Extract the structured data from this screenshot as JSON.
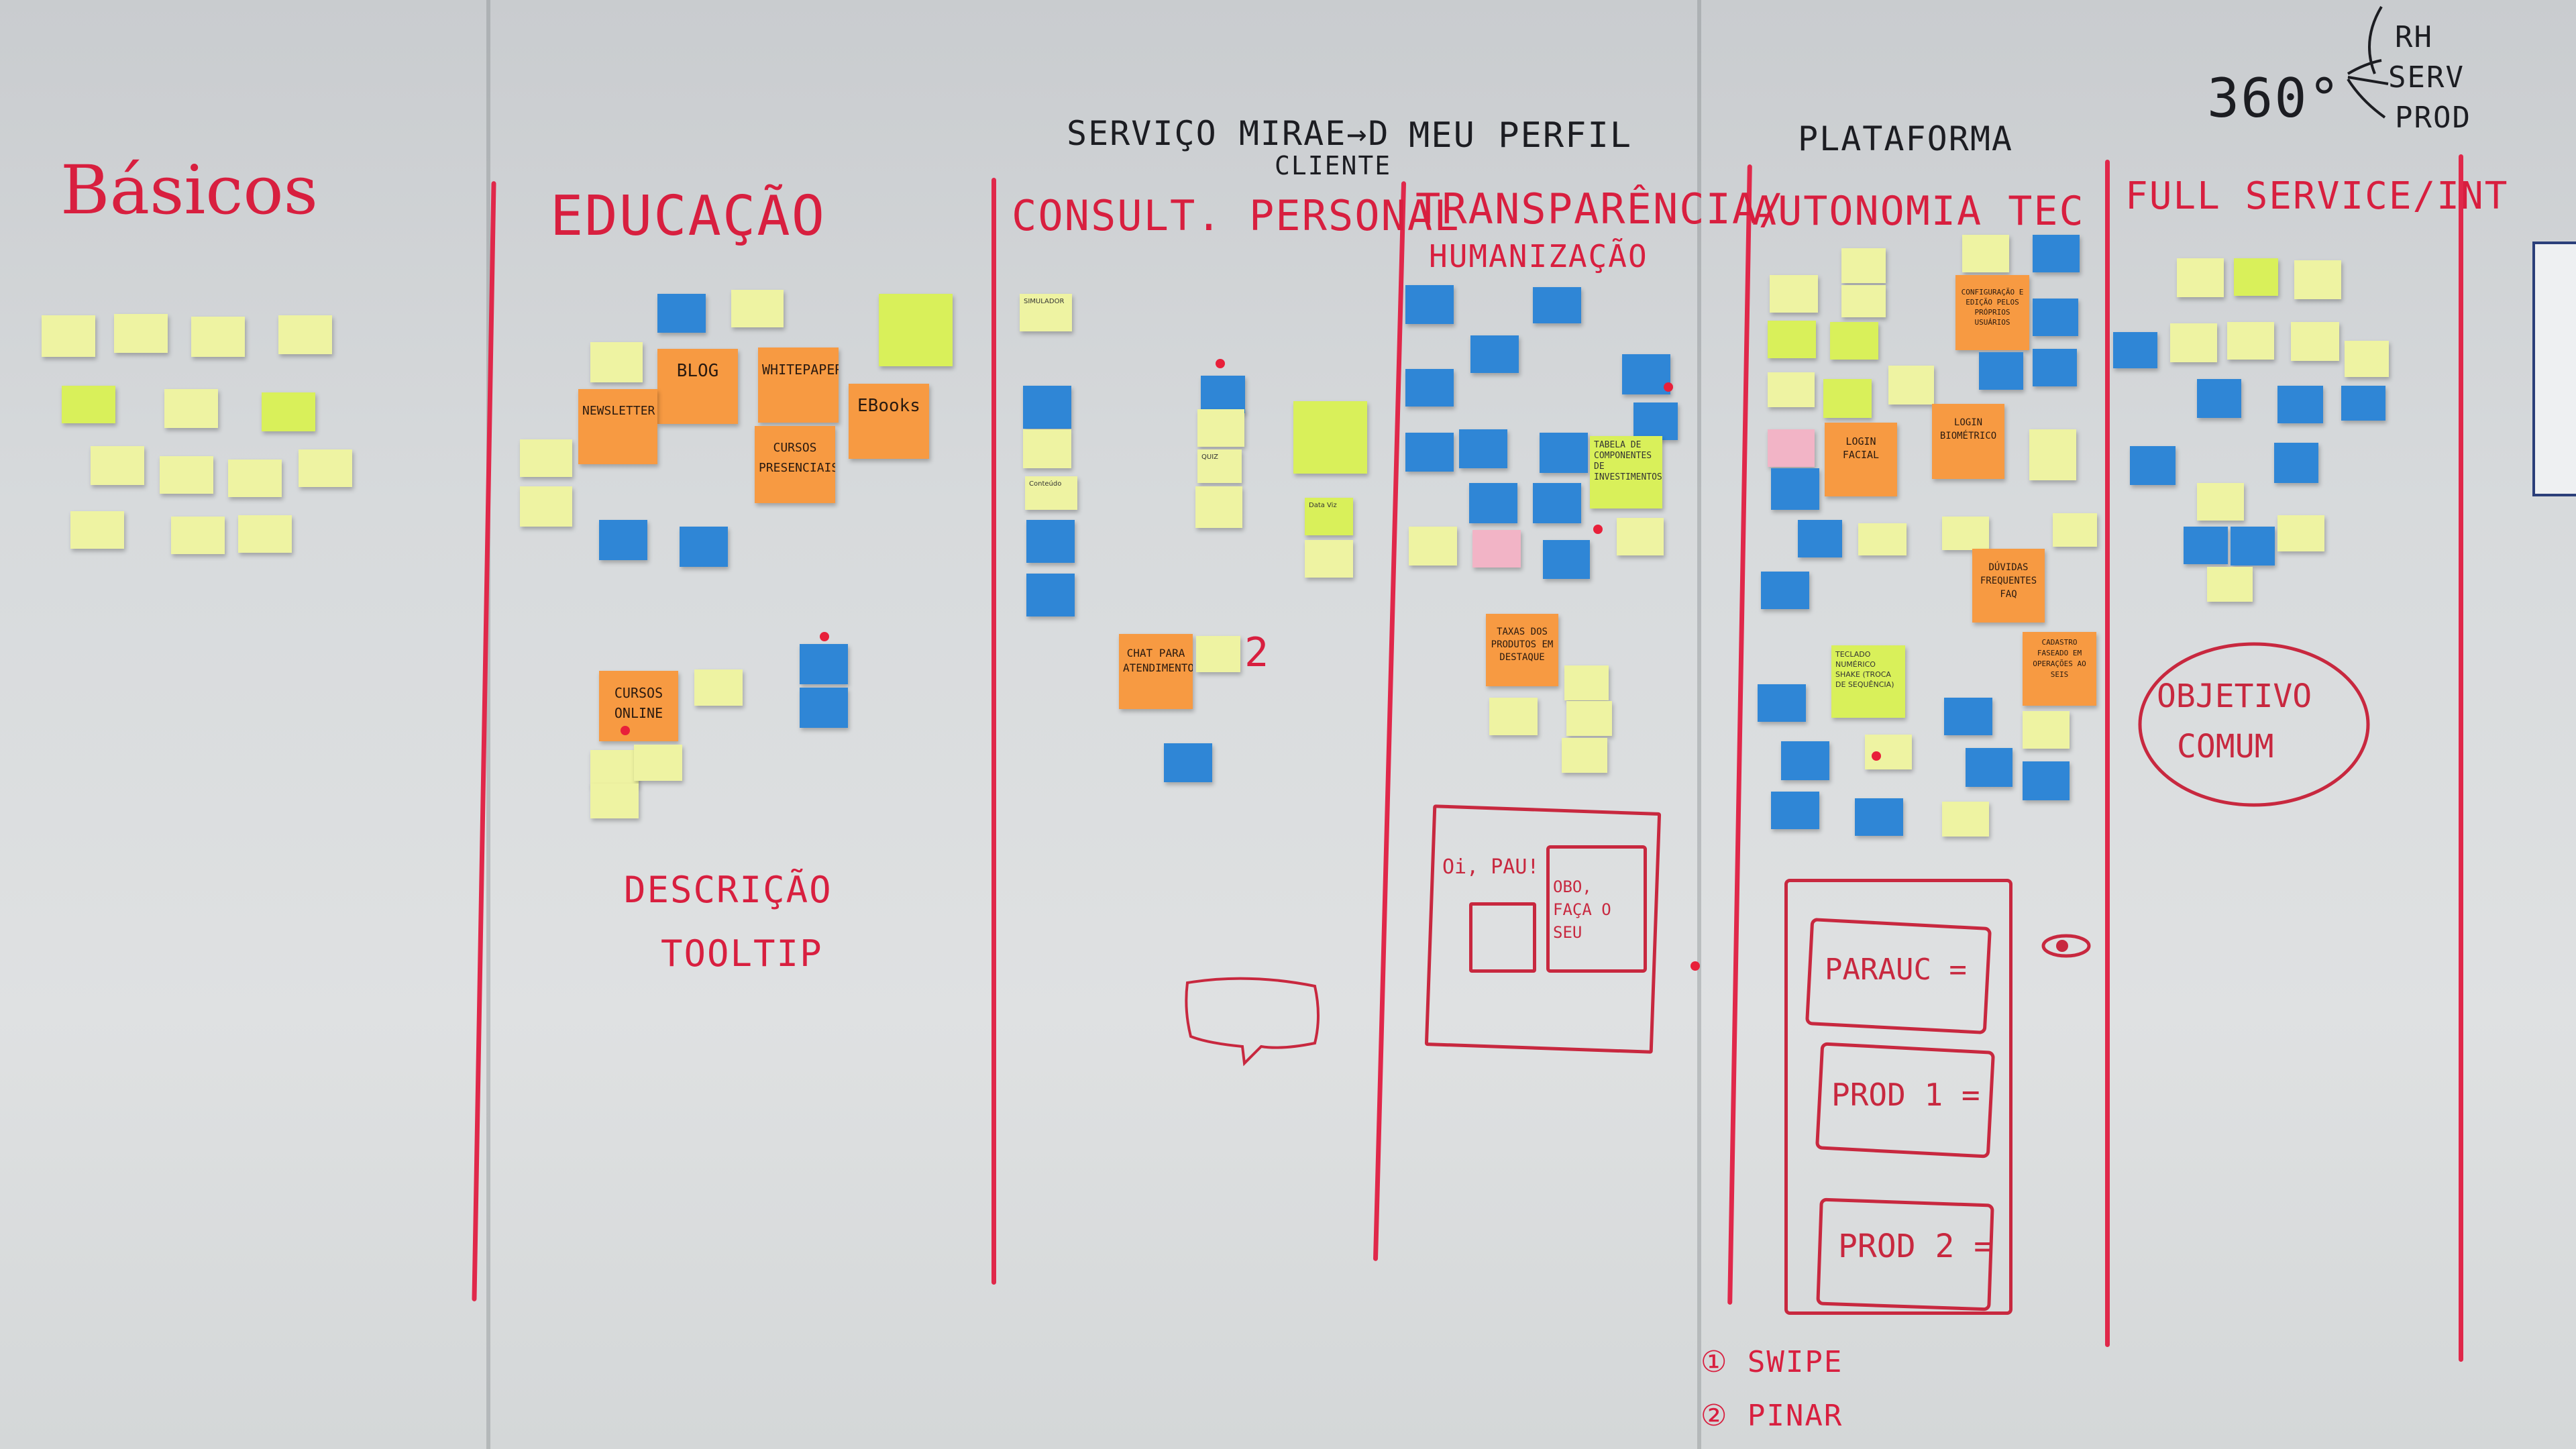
{
  "headings": {
    "basicos": "Básicos",
    "educacao": "EDUCAÇÃO",
    "consultoria": "CONSULT. PERSONAL",
    "transparencia": "TRANSPARÊNCIA/",
    "humanizacao": "HUMANIZAÇÃO",
    "autonomia": "AUTONOMIA TEC",
    "full_service": "FULL SERVICE/INT"
  },
  "top_labels": {
    "servico_line1": "SERVIÇO MIRAE→D",
    "servico_line2": "CLIENTE",
    "meu_perfil": "MEU PERFIL",
    "plataforma": "PLATAFORMA",
    "three_sixty": "360°",
    "branch": [
      "RH",
      "SERV",
      "PROD"
    ]
  },
  "stickies": {
    "newsletter": "NEWSLETTER",
    "blog": "BLOG",
    "whitepaper": "WHITEPAPER",
    "cursos_presenciais": "CURSOS PRESENCIAIS",
    "ebooks": "EBooks",
    "cursos_online": "CURSOS ONLINE",
    "chat": "CHAT PARA ATENDIMENTO",
    "taxas": "TAXAS DOS PRODUTOS EM DESTAQUE",
    "login_facial": "LOGIN FACIAL",
    "login_biometrico": "LOGIN BIOMÉTRICO",
    "duvidas": "DÚVIDAS FREQUENTES FAQ",
    "cadastro": "CADASTRO FASEADO EM OPERAÇÕES AO SEIS",
    "configuracao": "CONFIGURAÇÃO E EDIÇÃO PELOS PRÓPRIOS USUÁRIOS",
    "teclado": "TECLADO NUMÉRICO SHAKE (TROCA DE SEQUÊNCIA)",
    "tabela": "TABELA DE COMPONENTES DE INVESTIMENTOS",
    "simulador": "SIMULADOR",
    "quiz": "QUIZ",
    "data_viz": "Data Viz",
    "conteudo": "Conteúdo"
  },
  "annotations": {
    "descricao": "DESCRIÇÃO",
    "tooltip": "TOOLTIP",
    "two": "2",
    "objetivo": "OBJETIVO",
    "comum": "COMUM",
    "swipe": "① SWIPE",
    "pinar": "② PINAR"
  },
  "sketch_profile": {
    "greeting": "Oi, PAU!",
    "body": "OBO, FAÇA O SEU"
  },
  "sketch_phone": {
    "items": [
      "PARAUC =",
      "PROD 1 =",
      "PROD 2 ="
    ]
  },
  "colors": {
    "marker_red": "#d81f3f",
    "sticky_yellow": "#eef3a2",
    "sticky_green": "#d9f05a",
    "sticky_blue": "#2f86d6",
    "sticky_orange": "#f79a42",
    "sticky_pink": "#f2b4c6"
  }
}
